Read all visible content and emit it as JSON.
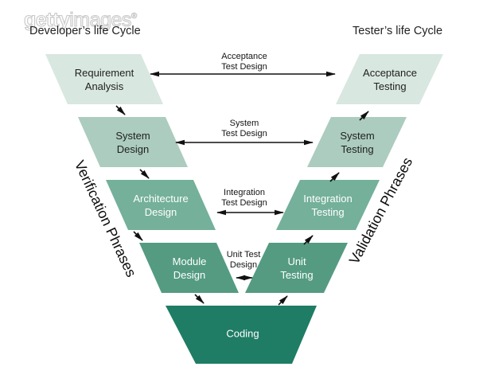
{
  "watermark": {
    "brand_bold": "getty",
    "brand_light": "images",
    "registered": "®"
  },
  "headings": {
    "developer": "Developer’s life Cycle",
    "tester": "Tester’s life Cycle"
  },
  "side_labels": {
    "verification": "Verification Phrases",
    "validation": "Validation Phrases"
  },
  "colors": {
    "row1_fill": "#d8e7e0",
    "row2_fill": "#abccbe",
    "row3_fill": "#74b09a",
    "row4_fill": "#549b82",
    "coding_fill": "#1f7c65",
    "arrow": "#111111",
    "text_dark": "#1f1f1f",
    "text_light": "#ffffff",
    "watermark_gray": "#c9c9c9"
  },
  "phases": {
    "developer": [
      {
        "label": "Requirement Analysis"
      },
      {
        "label": "System Design"
      },
      {
        "label": "Architecture Design"
      },
      {
        "label": "Module Design"
      }
    ],
    "tester": [
      {
        "label": "Acceptance Testing"
      },
      {
        "label": "System Testing"
      },
      {
        "label": "Integration Testing"
      },
      {
        "label": "Unit Testing"
      }
    ],
    "base": {
      "label": "Coding"
    }
  },
  "test_design_bridges": [
    {
      "line1": "Acceptance",
      "line2": "Test Design"
    },
    {
      "line1": "System",
      "line2": "Test Design"
    },
    {
      "line1": "Integration",
      "line2": "Test Design"
    },
    {
      "line1": "Unit Test",
      "line2": "Design"
    }
  ]
}
